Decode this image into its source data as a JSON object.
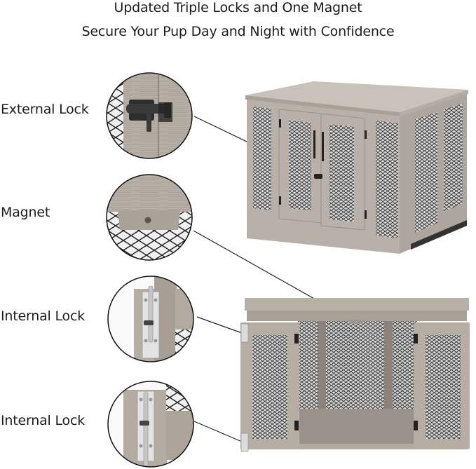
{
  "header": {
    "title": "Updated Triple Locks and One Magnet",
    "subtitle": "Secure Your Pup Day and Night with Confidence"
  },
  "callouts": [
    {
      "label": "External Lock",
      "icon": "external-barrel-lock-icon"
    },
    {
      "label": "Magnet",
      "icon": "magnet-catch-icon"
    },
    {
      "label": "Internal Lock",
      "icon": "internal-slide-bolt-icon"
    },
    {
      "label": "Internal Lock",
      "icon": "internal-slide-bolt-icon"
    }
  ],
  "products": [
    {
      "view": "closed",
      "name": "dog-crate-closed"
    },
    {
      "view": "open",
      "name": "dog-crate-open"
    }
  ],
  "colors": {
    "wood": "#b9b1a9",
    "wood_dark": "#9e958c",
    "mesh": "#4a4a4a",
    "hardware_black": "#2b2b2b",
    "hardware_silver": "#d8d8d8",
    "text": "#1c1c1c"
  }
}
